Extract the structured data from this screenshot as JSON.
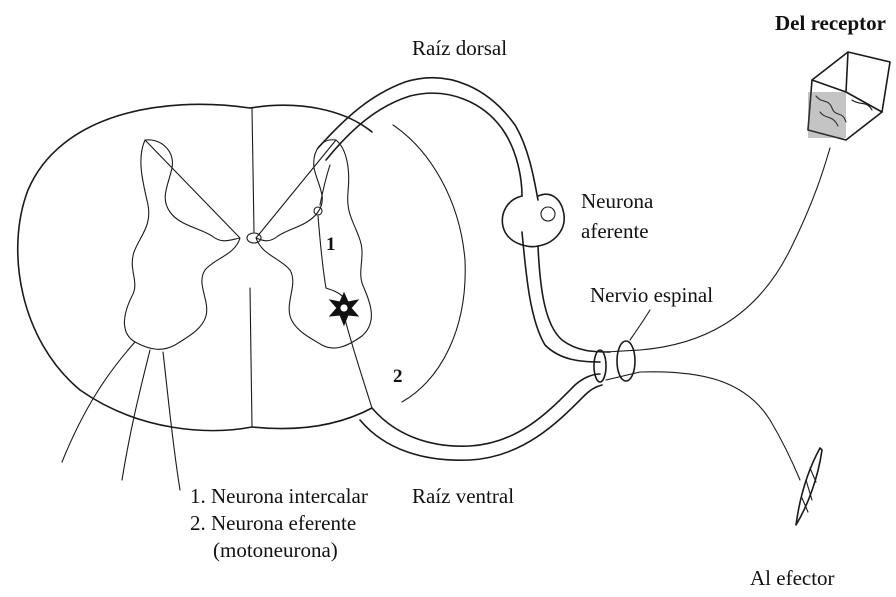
{
  "labels": {
    "dorsal_root": "Raíz dorsal",
    "ventral_root": "Raíz ventral",
    "afferent_neuron_line1": "Neurona",
    "afferent_neuron_line2": "aferente",
    "spinal_nerve": "Nervio espinal",
    "from_receptor": "Del receptor",
    "to_effector": "Al efector",
    "marker_1": "1",
    "marker_2": "2"
  },
  "legend": {
    "item1": "1. Neurona intercalar",
    "item2": "2. Neurona eferente",
    "item2_note": "(motoneurona)"
  },
  "colors": {
    "ink": "#1a1a1a",
    "background": "#ffffff"
  }
}
